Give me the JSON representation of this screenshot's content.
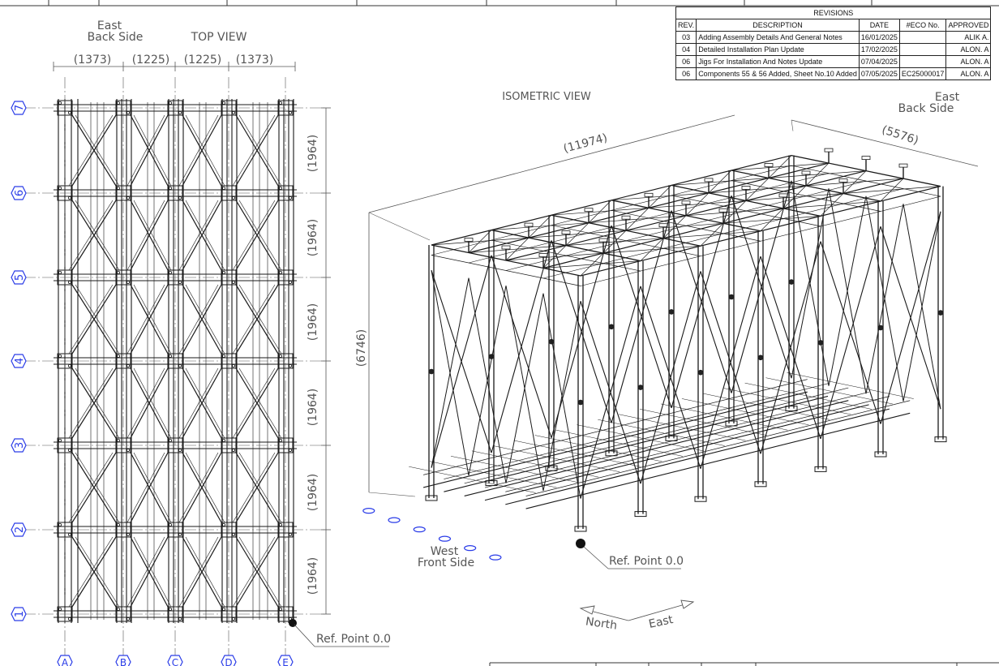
{
  "top_view": {
    "title": "TOP VIEW",
    "east_label": "East",
    "back_label": "Back Side",
    "span_dims": [
      "(1373)",
      "(1225)",
      "(1225)",
      "(1373)"
    ],
    "bay_dims": [
      "(1964)",
      "(1964)",
      "(1964)",
      "(1964)",
      "(1964)",
      "(1964)"
    ],
    "row_grid": [
      "7",
      "6",
      "5",
      "4",
      "3",
      "2",
      "1"
    ],
    "col_grid": [
      "A",
      "B",
      "C",
      "D",
      "E"
    ],
    "ref_point": "Ref. Point 0.0"
  },
  "iso_view": {
    "title": "ISOMETRIC VIEW",
    "east_label": "East",
    "back_label": "Back Side",
    "west_label": "West",
    "front_label": "Front Side",
    "length_dim": "(11974)",
    "width_dim": "(5576)",
    "height_dim": "(6746)",
    "ref_point": "Ref. Point 0.0"
  },
  "compass": {
    "north": "North",
    "east": "East"
  },
  "revisions": {
    "title": "REVISIONS",
    "headers": [
      "REV.",
      "DESCRIPTION",
      "DATE",
      "#ECO No.",
      "APPROVED"
    ],
    "rows": [
      [
        "03",
        "Adding Assembly Details And General Notes",
        "16/01/2025",
        "",
        "ALIK A."
      ],
      [
        "04",
        "Detailed Installation Plan Update",
        "17/02/2025",
        "",
        "ALON. A"
      ],
      [
        "06",
        "Jigs For Installation And Notes Update",
        "07/04/2025",
        "",
        "ALON. A"
      ],
      [
        "06",
        "Components 55 & 56 Added, Sheet No.10 Added",
        "07/05/2025",
        "EC25000017",
        "ALON. A"
      ]
    ]
  },
  "colors": {
    "line": "#1a1a1a",
    "dim": "#555555",
    "accent": "#2a3ce8"
  }
}
